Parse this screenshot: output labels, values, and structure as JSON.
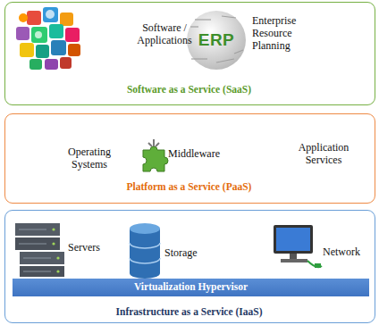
{
  "diagram": {
    "nodes": [
      {
        "text": [
          "Software / Applications",
          "Enterprise Resource Planning",
          "Software as a Service (SaaS)"
        ]
      },
      {
        "text": [
          "Operating Systems",
          "Middleware",
          "Application Services",
          "Platform as a Service (PaaS)"
        ]
      },
      {
        "text": [
          "Servers",
          "Storage",
          "Network",
          "Infrastructure as a Service (IaaS)"
        ]
      },
      {
        "text": [
          "Virtualization Hypervisor"
        ],
        "in": 2
      }
    ],
    "labels": [
      "ERP"
    ]
  }
}
